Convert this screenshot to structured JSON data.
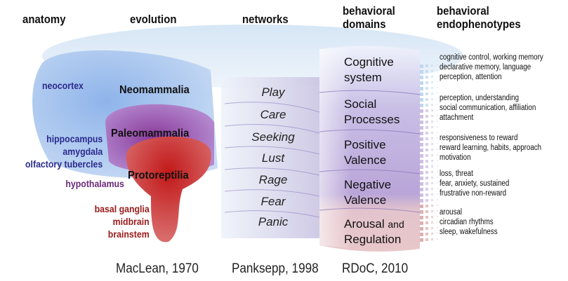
{
  "headers": {
    "anatomy": "anatomy",
    "evolution": "evolution",
    "networks": "networks",
    "domains_1": "behavioral",
    "domains_2": "domains",
    "endo_1": "behavioral",
    "endo_2": "endophenotypes"
  },
  "anatomy": {
    "neocortex": "neocortex",
    "hippocampus": "hippocampus",
    "amygdala": "amygdala",
    "olfactory": "olfactory tubercles",
    "hypothalamus": "hypothalamus",
    "basal_ganglia": "basal ganglia",
    "midbrain": "midbrain",
    "brainstem": "brainstem"
  },
  "evolution": {
    "neo": "Neomammalia",
    "paleo": "Paleomammalia",
    "proto": "Protoreptilia"
  },
  "networks": [
    "Play",
    "Care",
    "Seeking",
    "Lust",
    "Rage",
    "Fear",
    "Panic"
  ],
  "domains": [
    {
      "l1": "Cognitive",
      "l2": "system"
    },
    {
      "l1": "Social",
      "l2": "Processes"
    },
    {
      "l1": "Positive",
      "l2": "Valence"
    },
    {
      "l1": "Negative",
      "l2": "Valence"
    },
    {
      "l1": "Arousal",
      "l1b": "and",
      "l2": "Regulation"
    }
  ],
  "endophenotypes": [
    [
      "cognitive control, working memory",
      "declarative memory, language",
      "perception, attention"
    ],
    [
      "perception, understanding",
      "social communication, affiliation",
      "attachment"
    ],
    [
      "responsiveness to reward",
      "reward learning, habits, approach",
      "motivation"
    ],
    [
      "loss, threat",
      "fear, anxiety, sustained",
      "frustrative non-reward"
    ],
    [
      "arousal",
      "circadian rhythms",
      "sleep, wakefulness"
    ]
  ],
  "footer": {
    "maclean": "MacLean, 1970",
    "panksepp": "Panksepp, 1998",
    "rdoc": "RDoC, 2010"
  },
  "colors": {
    "blue": "#2a2a8c",
    "purple": "#6a2a7a",
    "red": "#9a1a1a"
  }
}
